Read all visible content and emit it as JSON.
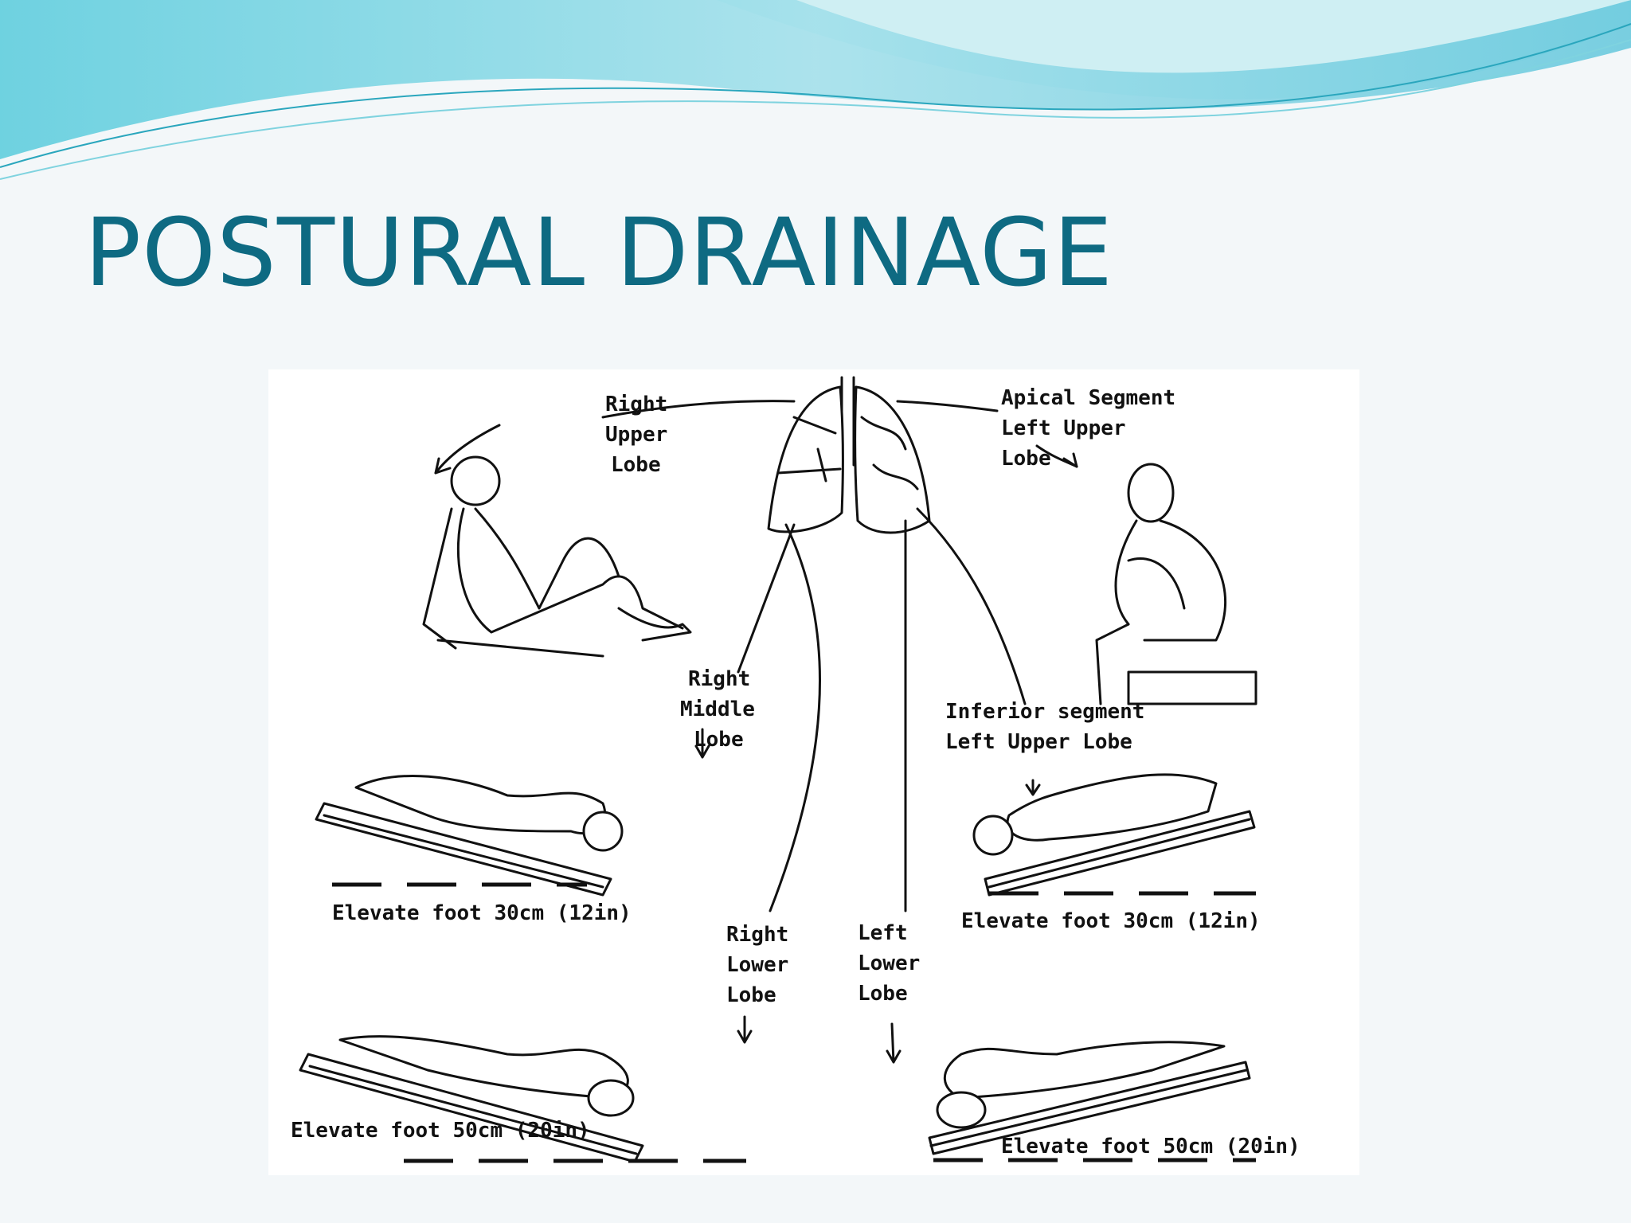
{
  "slide": {
    "title": "POSTURAL DRAINAGE"
  },
  "colors": {
    "title": "#0e6a82",
    "background": "#f3f7f9",
    "wave_light": "#bfe9ef",
    "wave_dark": "#4fc6d8"
  },
  "diagram": {
    "labels": {
      "right_upper_lobe": [
        "Right",
        "Upper",
        "Lobe"
      ],
      "apical_segment": [
        "Apical Segment",
        "Left Upper",
        "Lobe"
      ],
      "right_middle_lobe": [
        "Right",
        "Middle",
        "Lobe"
      ],
      "inferior_segment": [
        "Inferior segment",
        "Left Upper Lobe"
      ],
      "right_lower_lobe": [
        "Right",
        "Lower",
        "Lobe"
      ],
      "left_lower_lobe": [
        "Left",
        "Lower",
        "Lobe"
      ]
    },
    "elevation": {
      "middle_left": "Elevate foot 30cm (12in)",
      "middle_right": "Elevate foot 30cm (12in)",
      "bottom_left": "Elevate foot 50cm (20in)",
      "bottom_right": "Elevate foot 50cm (20in)"
    }
  }
}
